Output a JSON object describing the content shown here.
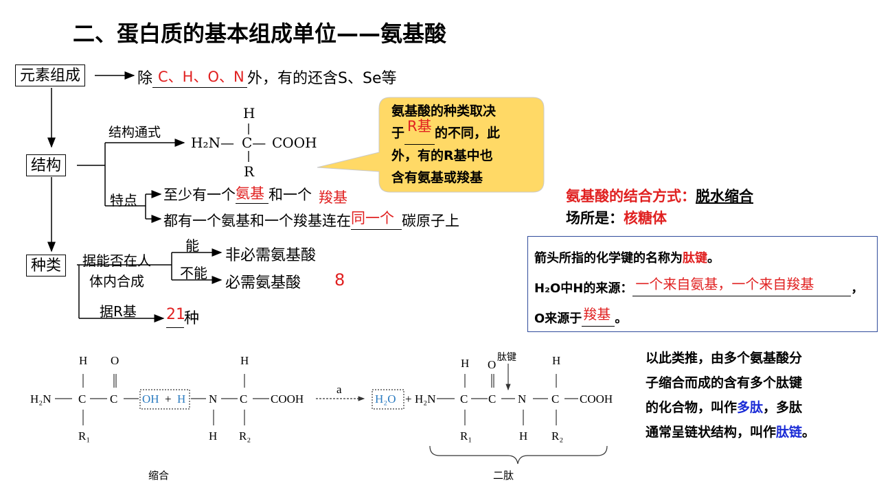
{
  "title": "二、蛋白质的基本组成单位——氨基酸",
  "concept_map": {
    "elements_box": "元素组成",
    "elements_prefix": "除",
    "elements_answer": "C、H、O、N",
    "elements_suffix": "外，有的还含S、Se等",
    "structure_box": "结构",
    "general_formula_label": "结构通式",
    "formula": {
      "top_h": "H",
      "left": "H₂N—",
      "center": "C—",
      "right": "COOH",
      "bottom": "R"
    },
    "features_label": "特点",
    "feature1_prefix": "至少有一个",
    "feature1_answer1": "氨基",
    "feature1_mid": "和一个",
    "feature1_answer2": "羧基",
    "feature2_prefix": "都有一个氨基和一个羧基连在",
    "feature2_answer": "同一个",
    "feature2_suffix": "碳原子上",
    "types_box": "种类",
    "types_criterion_line1": "据能否在人",
    "types_criterion_line2": "体内合成",
    "can_label": "能",
    "cannot_label": "不能",
    "nonessential": "非必需氨基酸",
    "essential": "必需氨基酸",
    "essential_count": "8",
    "by_r_label": "据R基",
    "r_count": "21",
    "r_unit": "种"
  },
  "callout": {
    "line1": "氨基酸的种类取决",
    "line2_prefix": "于",
    "line2_answer": "R基",
    "line2_suffix": "的不同，此",
    "line3": "外，有的R基中也",
    "line4": "含有氨基或羧基"
  },
  "binding": {
    "label": "氨基酸的结合方式：",
    "method": "脱水缩合",
    "place_label": "场所是：",
    "place": "核糖体"
  },
  "question_box": {
    "q1_prefix": "箭头所指的化学键的名称为",
    "q1_answer": "肽键",
    "q1_suffix": "。",
    "q2_prefix": "H₂O中H的来源：",
    "q2_answer": "一个来自氨基，一个来自羧基",
    "q2_suffix": "，",
    "q3_prefix": "O来源于",
    "q3_answer": "羧基",
    "q3_suffix": "。"
  },
  "polypeptide_text": {
    "line1": "以此类推，由多个氨基酸分",
    "line2": "子缩合而成的含有多个肽键",
    "line3_prefix": "的化合物，叫作",
    "line3_term": "多肽",
    "line3_suffix": "，多肽",
    "line4_prefix": "通常呈链状结构，叫作",
    "line4_term": "肽链",
    "line4_suffix": "。"
  },
  "reaction": {
    "aa1": {
      "h_top": "H",
      "o_top": "O",
      "h2n": "H₂N",
      "c": "C",
      "c2": "C",
      "r": "R₁"
    },
    "oh": "OH",
    "plus": "+",
    "h": "H",
    "aa2": {
      "h_top": "H",
      "n": "N",
      "c": "C",
      "cooh": "COOH",
      "h_bottom": "H",
      "r": "R₂"
    },
    "arrow_label": "a",
    "water": "H₂O",
    "product": {
      "o_top": "O",
      "peptide_bond_label": "肽键",
      "h_left": "H",
      "h_right": "H",
      "h2n": "H₂N",
      "c": "C",
      "n": "N",
      "cooh": "COOH",
      "r1": "R₁",
      "r2": "R₂",
      "h_bottom": "H"
    },
    "caption_left": "缩合",
    "caption_right": "二肽"
  }
}
